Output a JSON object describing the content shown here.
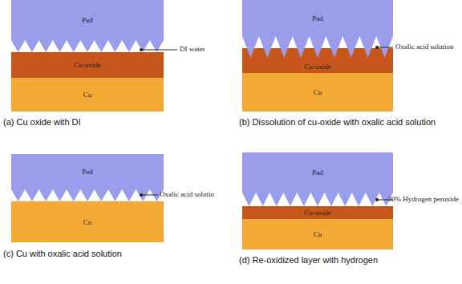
{
  "diagram": {
    "nodes": [
      {
        "text": [
          "Pad"
        ]
      },
      {
        "text": [
          "Cu-oxide"
        ]
      },
      {
        "text": [
          "Cu"
        ]
      },
      {
        "text": [
          "Pad"
        ]
      },
      {
        "text": [
          "Cu-oxide"
        ]
      },
      {
        "text": [
          "Cu"
        ]
      },
      {
        "text": [
          "Pad"
        ]
      },
      {
        "text": [
          "Cu"
        ]
      },
      {
        "text": [
          "Pad"
        ]
      },
      {
        "text": [
          "Cu-oxide"
        ]
      },
      {
        "text": [
          "Cu"
        ]
      }
    ],
    "labels": [
      "DI water",
      "(a) Cu oxide with DI",
      "Oxalic acid solution",
      "(b) Dissolution of cu-oxide with oxalic acid solution",
      "Oxalic acid solutio",
      "(c) Cu with oxalic acid solution",
      "30% Hydrogen peroxide",
      "(d) Re-oxidized layer with hydrogen"
    ]
  }
}
